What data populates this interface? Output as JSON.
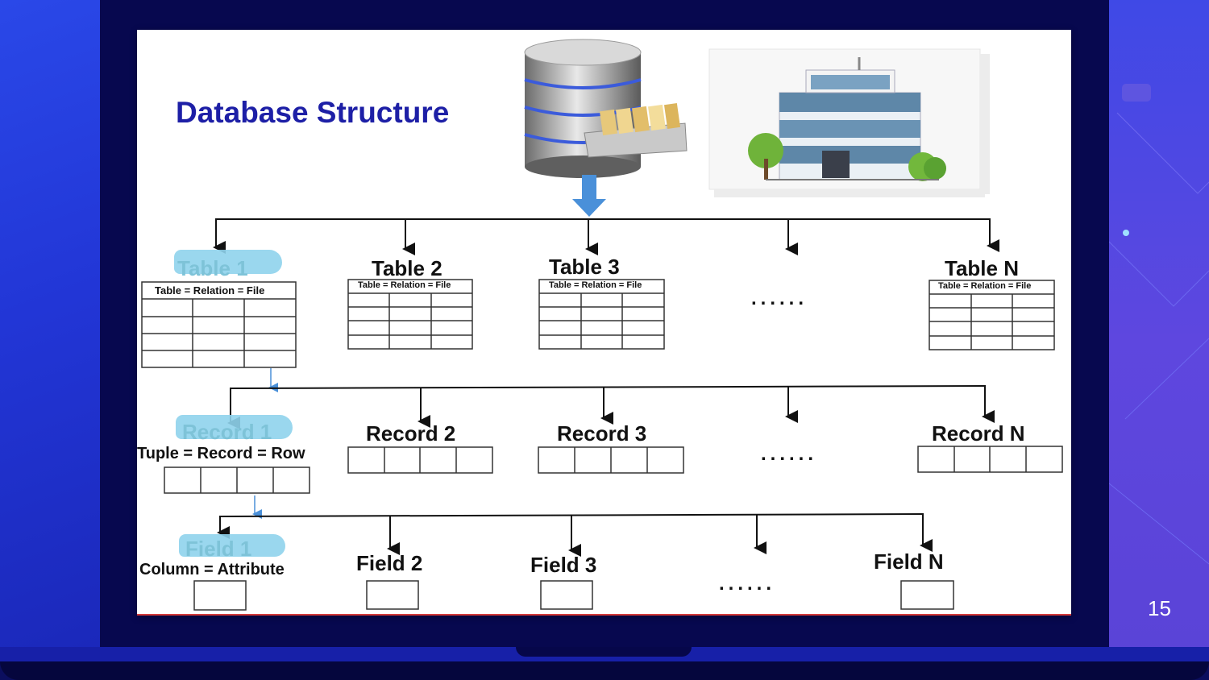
{
  "slide": {
    "title": "Database Structure",
    "page_number": "15"
  },
  "tables": {
    "items": [
      {
        "label": "Table 1",
        "caption": "Table = Relation = File"
      },
      {
        "label": "Table 2",
        "caption": "Table = Relation = File"
      },
      {
        "label": "Table 3",
        "caption": "Table = Relation = File"
      },
      {
        "label": "Table N",
        "caption": "Table = Relation = File"
      }
    ],
    "ellipsis": "......"
  },
  "records": {
    "items": [
      {
        "label": "Record 1",
        "caption": "Tuple = Record = Row"
      },
      {
        "label": "Record 2"
      },
      {
        "label": "Record 3"
      },
      {
        "label": "Record N"
      }
    ],
    "ellipsis": "......"
  },
  "fields": {
    "items": [
      {
        "label": "Field 1",
        "caption": "Column = Attribute"
      },
      {
        "label": "Field 2"
      },
      {
        "label": "Field 3"
      },
      {
        "label": "Field N"
      }
    ],
    "ellipsis": "......"
  },
  "icons": {
    "database": "database-drawer-icon",
    "building": "office-building-icon",
    "arrow": "arrow-down-icon"
  },
  "colors": {
    "title": "#1d1fa6",
    "highlight": "#8fd3ec",
    "arrow_blue": "#4a90d9"
  }
}
